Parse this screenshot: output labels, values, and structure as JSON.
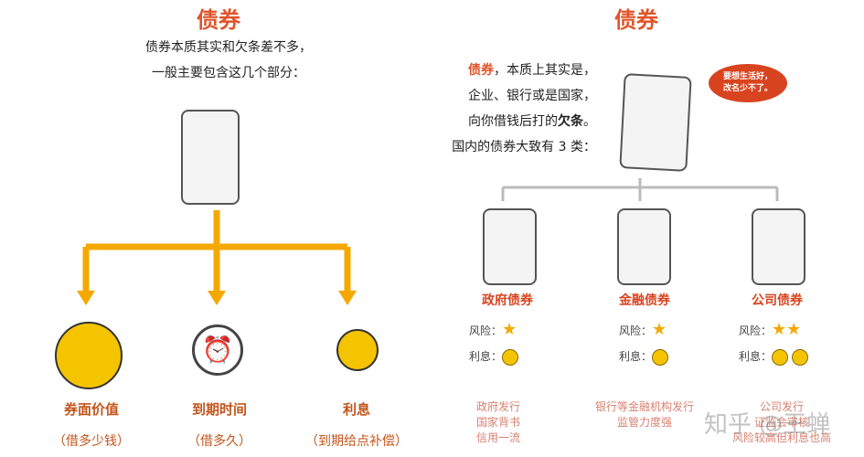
{
  "left": {
    "title": "债券",
    "intro": [
      "债券本质其实和欠条差不多，",
      "一般主要包含这几个部分："
    ],
    "parts": [
      {
        "label": "券面价值",
        "note": "（借多少钱）",
        "icon": "coin-icon"
      },
      {
        "label": "到期时间",
        "note": "（借多久）",
        "icon": "alarm-clock-icon"
      },
      {
        "label": "利息",
        "note": "（到期给点补偿）",
        "icon": "coin-icon"
      }
    ]
  },
  "right": {
    "title": "债券",
    "intro_highlight": "债券",
    "intro_line1": "，本质上其实是，",
    "intro_line2": "企业、银行或是国家，",
    "intro_line3_a": "向你借钱后打的",
    "intro_line3_b": "欠条",
    "intro_line3_c": "。",
    "intro_line4": "国内的债券大致有 3 类：",
    "bubble": [
      "要想生活好，",
      "改名少不了。"
    ],
    "risk_label": "风险：",
    "interest_label": "利息：",
    "types": [
      {
        "name": "政府债券",
        "risk_stars": 1,
        "interest_coins": 1,
        "desc": [
          "政府发行",
          "国家背书",
          "信用一流"
        ]
      },
      {
        "name": "金融债券",
        "risk_stars": 1,
        "interest_coins": 1,
        "desc": [
          "银行等金融机构发行",
          "监管力度强"
        ]
      },
      {
        "name": "公司债券",
        "risk_stars": 2,
        "interest_coins": 2,
        "desc": [
          "公司发行",
          "证监会审核",
          "风险较高但利息也高"
        ]
      }
    ]
  },
  "watermark": "知乎 @王蝉",
  "colors": {
    "accent": "#e0542a",
    "arrow": "#f5a800"
  }
}
